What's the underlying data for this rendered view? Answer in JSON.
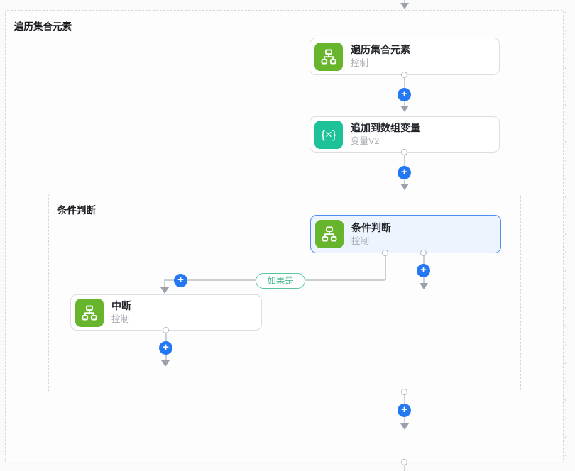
{
  "colors": {
    "accent_blue": "#2478f2",
    "node_green": "#67b42d",
    "node_teal": "#1ec299",
    "selected_border": "#4e8df6",
    "selected_bg": "#edf4fe",
    "branch_green": "#47ba8b",
    "line_gray": "#cbced4",
    "arrow_gray": "#9ba1aa"
  },
  "groups": {
    "outer": {
      "label": "遍历集合元素"
    },
    "inner": {
      "label": "条件判断"
    }
  },
  "nodes": {
    "iterate": {
      "title": "遍历集合元素",
      "subtitle": "控制",
      "icon": "org-chart-icon"
    },
    "append": {
      "title": "追加到数组变量",
      "subtitle": "变量V2",
      "icon": "braces-variable-icon",
      "icon_glyph": "{×}"
    },
    "condition": {
      "title": "条件判断",
      "subtitle": "控制",
      "icon": "org-chart-icon",
      "selected": true
    },
    "break": {
      "title": "中断",
      "subtitle": "控制",
      "icon": "org-chart-icon"
    }
  },
  "edge": {
    "branch_label": "如果是"
  },
  "plus_button": {
    "label": "+"
  }
}
